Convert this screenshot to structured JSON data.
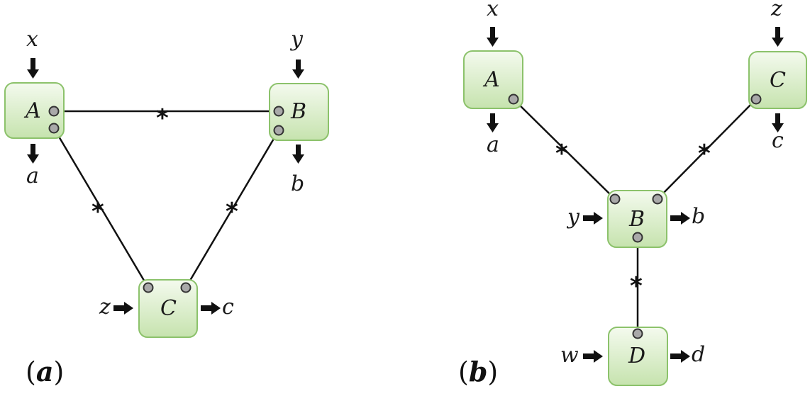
{
  "panels": [
    {
      "id": "a",
      "label_open": "(",
      "label_letter": "a",
      "label_close": ")",
      "nodes": [
        {
          "name": "A",
          "input": "x",
          "output": "a"
        },
        {
          "name": "B",
          "input": "y",
          "output": "b"
        },
        {
          "name": "C",
          "input": "z",
          "output": "c"
        }
      ],
      "edges": [
        {
          "from": "A",
          "to": "B",
          "label": "*"
        },
        {
          "from": "A",
          "to": "C",
          "label": "*"
        },
        {
          "from": "B",
          "to": "C",
          "label": "*"
        }
      ]
    },
    {
      "id": "b",
      "label_open": "(",
      "label_letter": "b",
      "label_close": ")",
      "nodes": [
        {
          "name": "A",
          "input": "x",
          "output": "a"
        },
        {
          "name": "C",
          "input": "z",
          "output": "c"
        },
        {
          "name": "B",
          "input": "y",
          "output": "b"
        },
        {
          "name": "D",
          "input": "w",
          "output": "d"
        }
      ],
      "edges": [
        {
          "from": "A",
          "to": "B",
          "label": "*"
        },
        {
          "from": "C",
          "to": "B",
          "label": "*"
        },
        {
          "from": "B",
          "to": "D",
          "label": "*"
        }
      ]
    }
  ],
  "colors": {
    "box_fill_top": "#f2f9ec",
    "box_fill_bottom": "#c9e5b3",
    "box_stroke": "#8cc26b",
    "port_fill": "#a9a9a9"
  }
}
